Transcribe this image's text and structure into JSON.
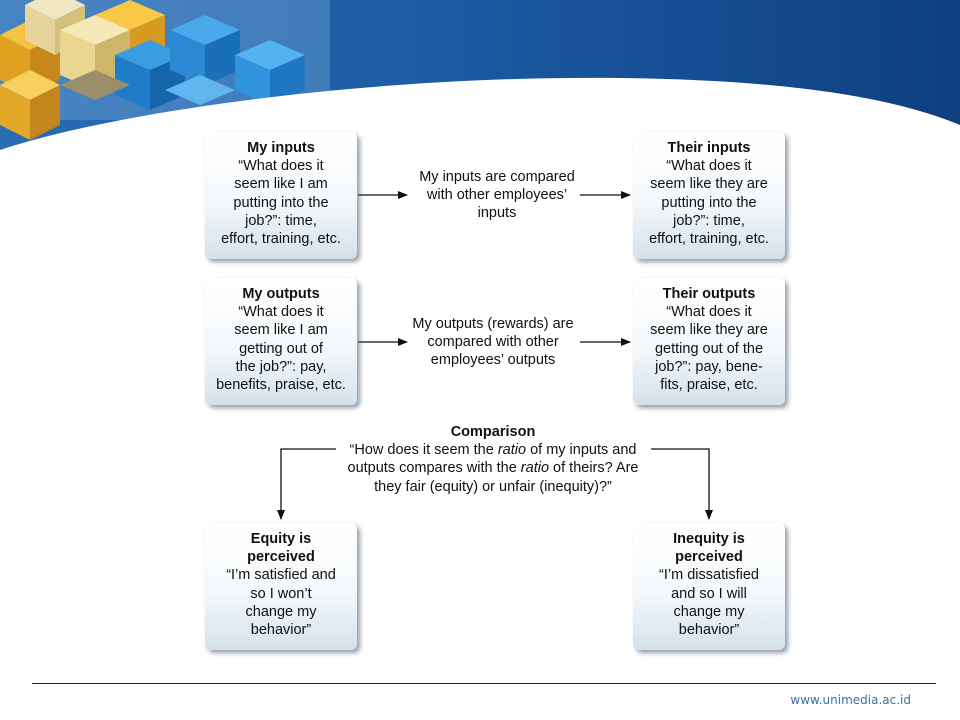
{
  "diagram": {
    "my_inputs": {
      "title": "My inputs",
      "body": "“What does it\nseem like I am\nputting into the\njob?”: time,\neffort, training, etc."
    },
    "their_inputs": {
      "title": "Their inputs",
      "body": "“What does it\nseem like they are\nputting into the\njob?”: time,\neffort, training, etc."
    },
    "inputs_compare": "My inputs are compared\nwith other employees’\ninputs",
    "my_outputs": {
      "title": "My outputs",
      "body": "“What does it\nseem like I am\ngetting out of\nthe job?”: pay,\nbenefits, praise, etc."
    },
    "their_outputs": {
      "title": "Their outputs",
      "body": "“What does it\nseem like they are\ngetting out of the\njob?”: pay, bene-\nfits, praise, etc."
    },
    "outputs_compare": "My outputs (rewards) are\ncompared with other\nemployees’ outputs",
    "comparison": {
      "title": "Comparison",
      "line1_a": "“How does it seem the ",
      "line1_ratio": "ratio",
      "line1_b": " of my inputs and",
      "line2_a": "outputs compares with the ",
      "line2_ratio": "ratio",
      "line2_b": " of theirs? Are",
      "line3": "they fair (equity) or unfair (inequity)?”"
    },
    "equity": {
      "title": "Equity is\nperceived",
      "body": "“I’m satisfied and\nso I won’t\nchange my\nbehavior”"
    },
    "inequity": {
      "title": "Inequity is\nperceived",
      "body": "“I’m dissatisfied\nand so I will\nchange my\nbehavior”"
    }
  },
  "footer": {
    "url": "www.unimedia.ac.id"
  }
}
